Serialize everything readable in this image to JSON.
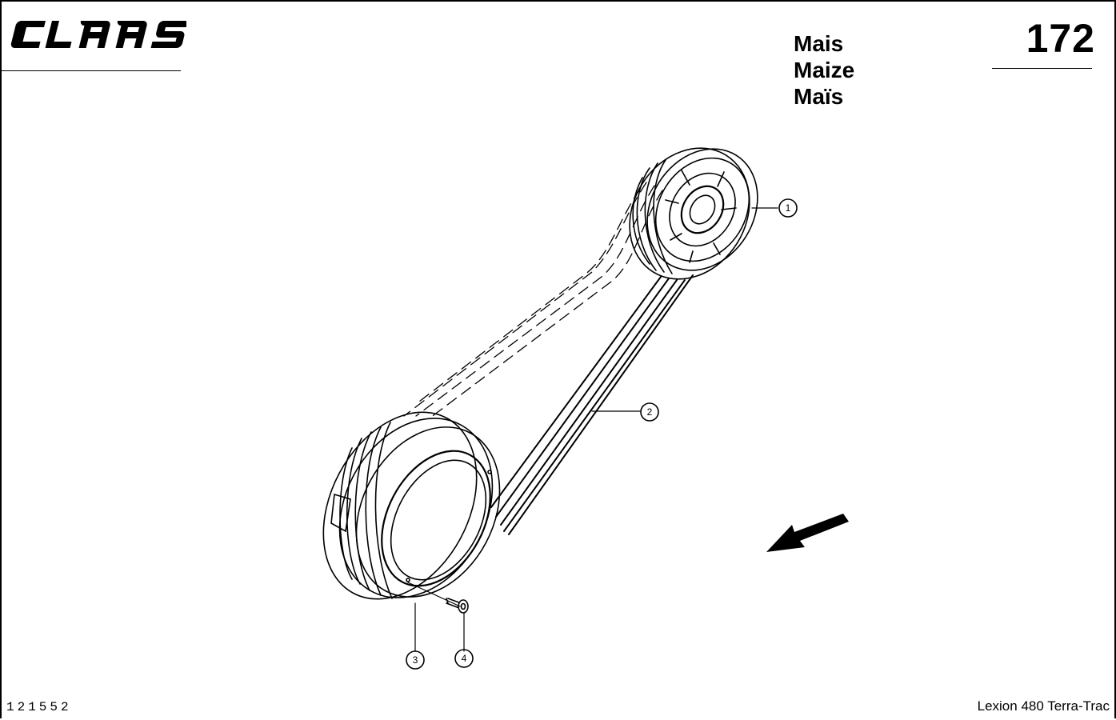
{
  "header": {
    "brand": "CLAAS",
    "titles": [
      "Mais",
      "Maize",
      "Maïs"
    ],
    "page_number": "172"
  },
  "footer": {
    "drawing_number": "121552",
    "model": "Lexion 480 Terra-Trac"
  },
  "callouts": [
    "1",
    "2",
    "3",
    "4"
  ],
  "colors": {
    "ink": "#000000",
    "paper": "#ffffff"
  },
  "icons": {
    "direction": "arrow-down-left-icon"
  }
}
